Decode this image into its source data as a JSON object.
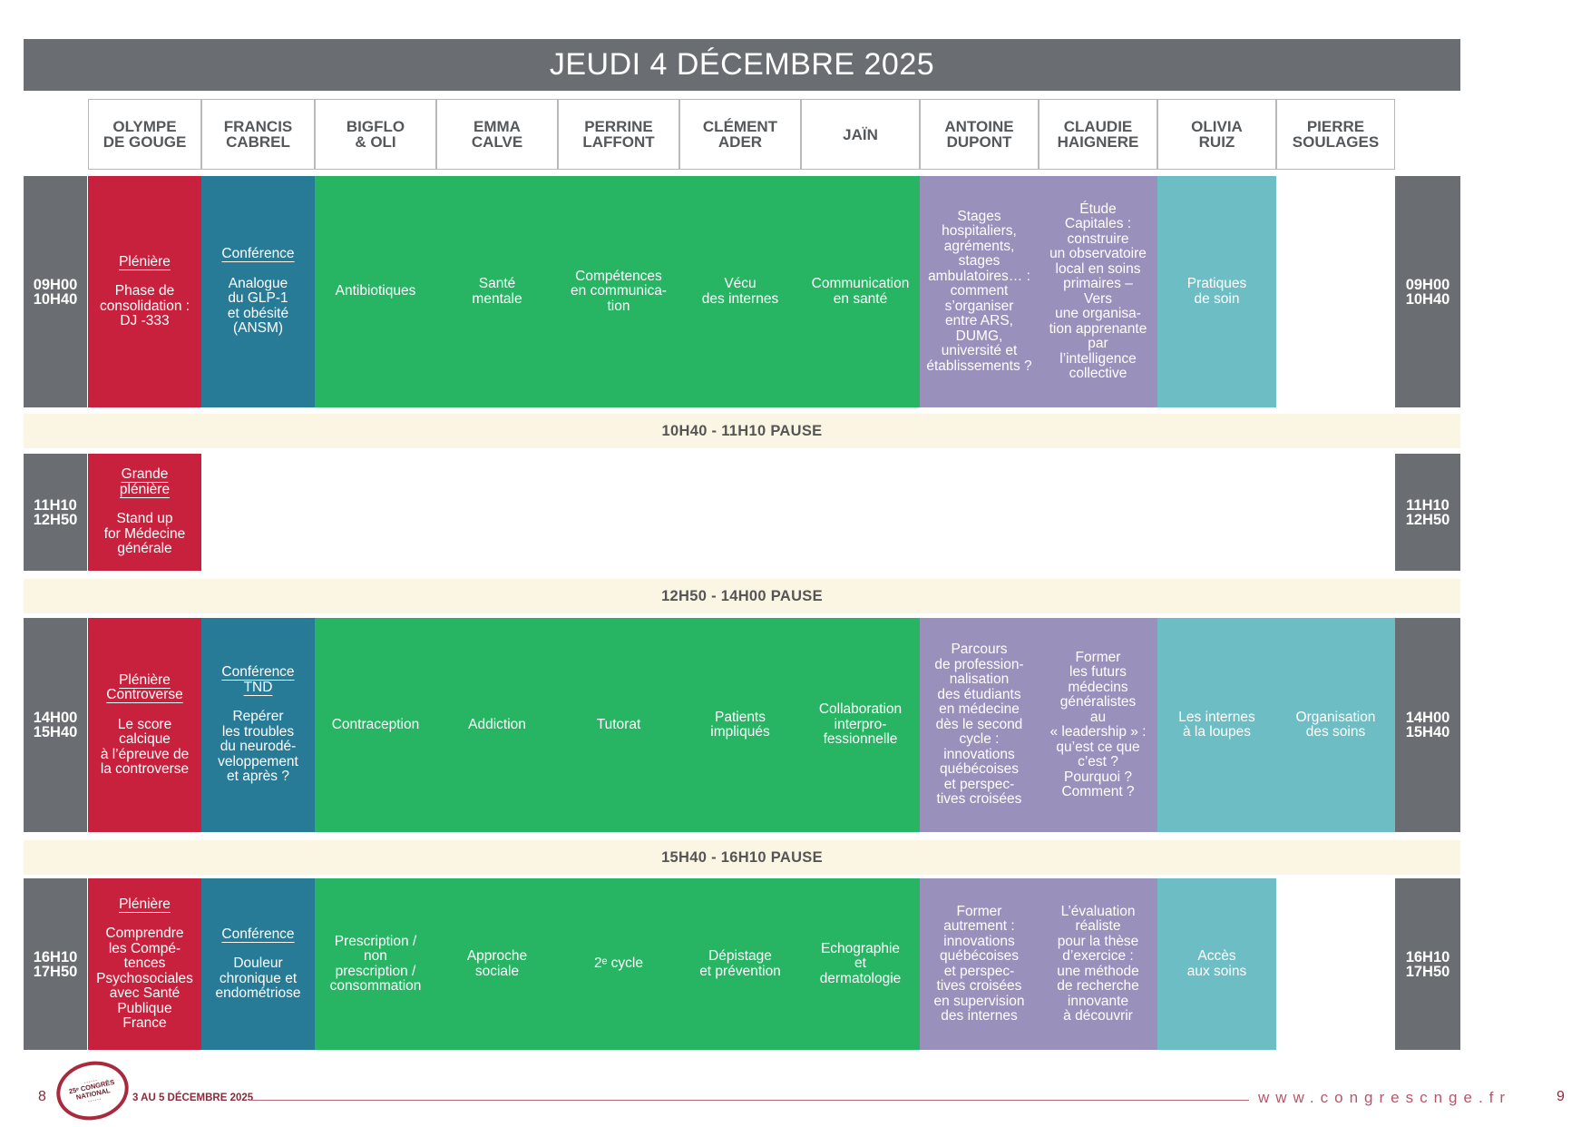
{
  "header": {
    "title": "JEUDI 4 DÉCEMBRE 2025"
  },
  "rooms": [
    "OLYMPE\nDE GOUGE",
    "FRANCIS\nCABREL",
    "BIGFLO\n& OLI",
    "EMMA\nCALVE",
    "PERRINE\nLAFFONT",
    "CLÉMENT\nADER",
    "JAÏN",
    "ANTOINE\nDUPONT",
    "CLAUDIE\nHAIGNERE",
    "OLIVIA\nRUIZ",
    "PIERRE\nSOULAGES"
  ],
  "colors": {
    "band": "#6a6d71",
    "pleniere": "#c8213d",
    "conference": "#287b97",
    "green": "#27b463",
    "purple": "#9a90bc",
    "teal": "#6dbec4",
    "pause_bg": "#fbf6e4"
  },
  "rows": [
    {
      "time": "09H00\n10H40",
      "cells": [
        {
          "col": 0,
          "kind": "red",
          "head": "Plénière",
          "text": "Phase de\nconsolidation :\nDJ -333"
        },
        {
          "col": 1,
          "kind": "blue",
          "head": "Conférence",
          "text": "Analogue\ndu GLP-1\net obésité\n(ANSM)"
        },
        {
          "col": 2,
          "kind": "green",
          "text": "Antibiotiques"
        },
        {
          "col": 3,
          "kind": "green",
          "text": "Santé\nmentale"
        },
        {
          "col": 4,
          "kind": "green",
          "text": "Compétences\nen communica-\ntion"
        },
        {
          "col": 5,
          "kind": "green",
          "text": "Vécu\ndes internes"
        },
        {
          "col": 6,
          "kind": "green",
          "text": "Communication\nen santé"
        },
        {
          "col": 7,
          "kind": "purple",
          "text": "Stages\nhospitaliers,\nagréments,\nstages\nambulatoires… :\ncomment\ns’organiser\nentre ARS,\nDUMG,\nuniversité et\nétablissements ?"
        },
        {
          "col": 8,
          "kind": "purple",
          "text": "Étude\nCapitales :\nconstruire\nun observatoire\nlocal en soins\nprimaires –\nVers\nune organisa-\ntion apprenante\npar\nl’intelligence\ncollective"
        },
        {
          "col": 9,
          "kind": "teal",
          "text": "Pratiques\nde soin"
        }
      ]
    },
    {
      "time": "11H10\n12H50",
      "cells": [
        {
          "col": 0,
          "kind": "red",
          "head": "Grande\nplénière",
          "text": "Stand up\nfor Médecine\ngénérale"
        }
      ]
    },
    {
      "time": "14H00\n15H40",
      "cells": [
        {
          "col": 0,
          "kind": "red",
          "head": "Plénière\nControverse",
          "text": "Le score\ncalcique\nà l’épreuve de\nla controverse"
        },
        {
          "col": 1,
          "kind": "blue",
          "head": "Conférence\nTND",
          "text": "Repérer\nles troubles\ndu neurodé-\nveloppement\net après ?"
        },
        {
          "col": 2,
          "kind": "green",
          "text": "Contraception"
        },
        {
          "col": 3,
          "kind": "green",
          "text": "Addiction"
        },
        {
          "col": 4,
          "kind": "green",
          "text": "Tutorat"
        },
        {
          "col": 5,
          "kind": "green",
          "text": "Patients\nimpliqués"
        },
        {
          "col": 6,
          "kind": "green",
          "text": "Collaboration\ninterpro-\nfessionnelle"
        },
        {
          "col": 7,
          "kind": "purple",
          "text": "Parcours\nde profession-\nnalisation\ndes étudiants\nen médecine\ndès le second\ncycle :\ninnovations\nquébécoises\net perspec-\ntives croisées"
        },
        {
          "col": 8,
          "kind": "purple",
          "text": "Former\nles futurs\nmédecins\ngénéralistes\nau\n« leadership » :\nqu’est ce que\nc’est ?\nPourquoi ?\nComment ?"
        },
        {
          "col": 9,
          "kind": "teal",
          "text": "Les internes\nà la loupes"
        },
        {
          "col": 10,
          "kind": "teal",
          "text": "Organisation\ndes soins"
        }
      ]
    },
    {
      "time": "16H10\n17H50",
      "cells": [
        {
          "col": 0,
          "kind": "red",
          "head": "Plénière",
          "text": "Comprendre\nles Compé-\ntences\nPsychosociales\navec Santé\nPublique\nFrance"
        },
        {
          "col": 1,
          "kind": "blue",
          "head": "Conférence",
          "text": "Douleur\nchronique et\nendométriose"
        },
        {
          "col": 2,
          "kind": "green",
          "text": "Prescription /\nnon\nprescription /\nconsommation"
        },
        {
          "col": 3,
          "kind": "green",
          "text": "Approche\nsociale"
        },
        {
          "col": 4,
          "kind": "green",
          "text": "2ᵉ cycle"
        },
        {
          "col": 5,
          "kind": "green",
          "text": "Dépistage\net prévention"
        },
        {
          "col": 6,
          "kind": "green",
          "text": "Echographie\net\ndermatologie"
        },
        {
          "col": 7,
          "kind": "purple",
          "text": "Former\nautrement :\ninnovations\nquébécoises\net perspec-\ntives croisées\nen supervision\ndes internes"
        },
        {
          "col": 8,
          "kind": "purple",
          "text": "L’évaluation\nréaliste\npour la thèse\nd’exercice :\nune méthode\nde recherche\ninnovante\nà découvrir"
        },
        {
          "col": 9,
          "kind": "teal",
          "text": "Accès\naux soins"
        }
      ]
    }
  ],
  "pauses": [
    "10H40 -  11H10 PAUSE",
    "12H50 -  14H00 PAUSE",
    "15H40 -  16H10 PAUSE"
  ],
  "footer": {
    "page_left": "8",
    "page_right": "9",
    "dates": "3 AU 5 DÉCEMBRE 2025",
    "url": "www.congrescnge.fr",
    "logo_lines": [
      "25ᵉ CONGRÈS",
      "NATIONAL"
    ]
  }
}
